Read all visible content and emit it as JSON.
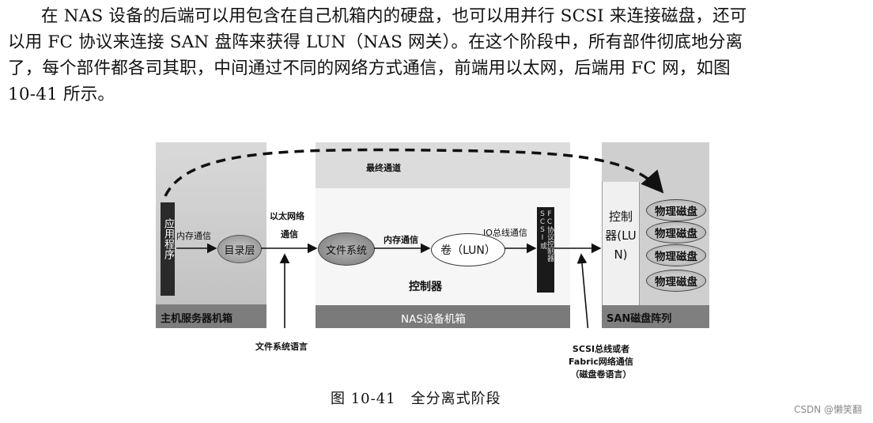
{
  "paragraph": {
    "lines": [
      "在 NAS 设备的后端可以用包含在自己机箱内的硬盘，也可以用并行 SCSI 来连接磁盘，还可",
      "以用 FC 协议来连接 SAN 盘阵来获得 LUN（NAS 网关）。在这个阶段中，所有部件彻底地分离",
      "了，每个部件都各司其职，中间通过不同的网络方式通信，前端用以太网，后端用 FC 网，如图",
      "10-41 所示。"
    ]
  },
  "diagram": {
    "host_label": "主机服务器机箱",
    "app_label": "应用程序",
    "mem_comm_1": "内存通信",
    "dir_layer": "目录层",
    "eth_label_1": "以太网络",
    "eth_label_2": "通信",
    "final_channel": "最终通道",
    "fs_label": "文件系统",
    "mem_comm_2": "内存通信",
    "volume_label": "卷（LUN）",
    "io_bus": "IO总线通信",
    "nas_controller": "控制器",
    "nas_box_label": "NAS设备机箱",
    "fc_column_left": "SCSI或",
    "fc_column_right": "FC协议控制器",
    "san_controller": "控制器(LUN)",
    "disks": [
      "物理磁盘",
      "物理磁盘",
      "物理磁盘",
      "物理磁盘"
    ],
    "san_label": "SAN磁盘阵列",
    "below_fs_lang": "文件系统语言",
    "below_scsi_1": "SCSI总线或者",
    "below_scsi_2": "Fabric网络通信",
    "below_scsi_3": "（磁盘卷语言）"
  },
  "caption": "图 10-41　全分离式阶段",
  "watermark": "CSDN @懒笑翻"
}
